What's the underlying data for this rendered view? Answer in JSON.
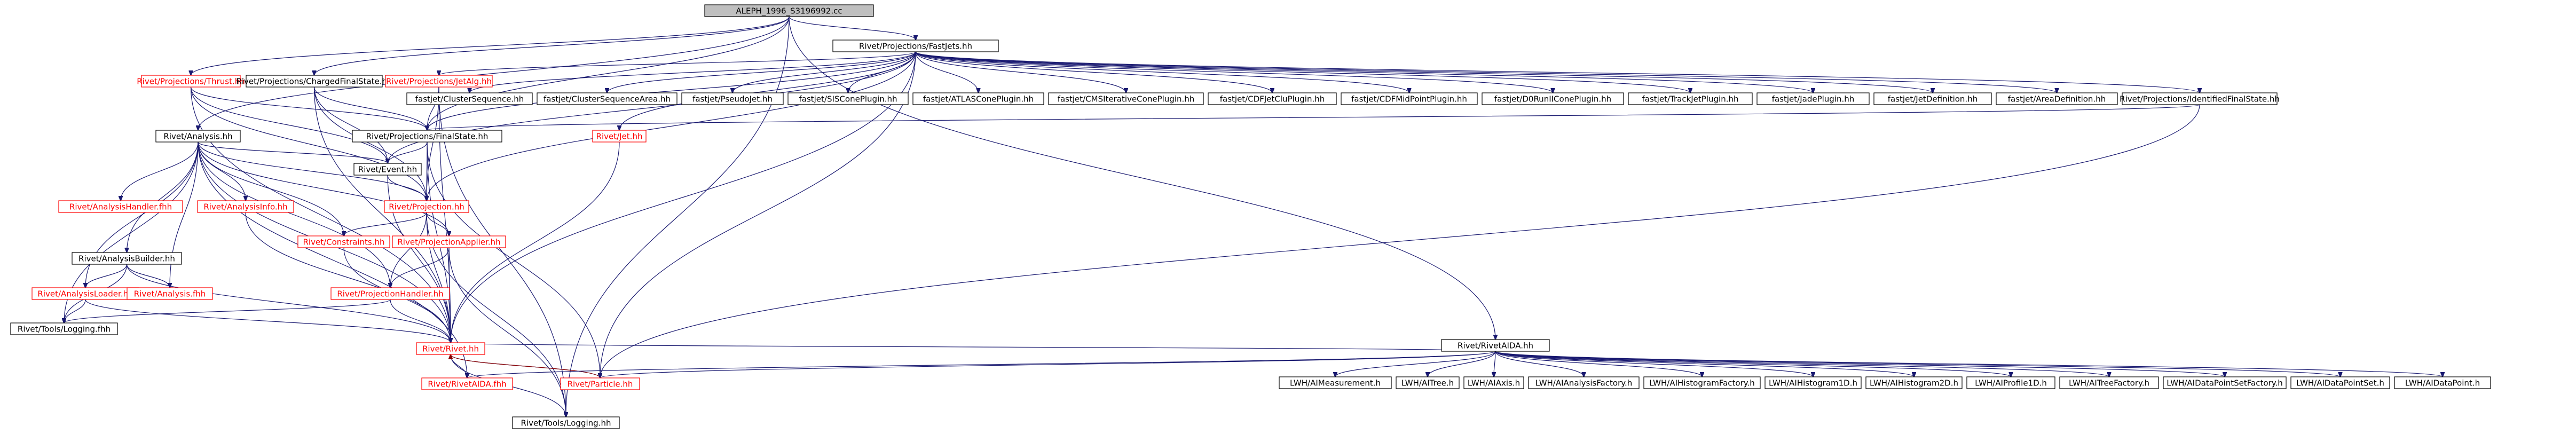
{
  "diagram": {
    "root_id": "root",
    "colors": {
      "edge": "#191970",
      "edge_back": "#8b0000",
      "missing_text": "#ff0000",
      "root_fill": "#bfbfbf",
      "box_border": "#000000"
    },
    "nodes": [
      {
        "id": "root",
        "label": "ALEPH_1996_S3196992.cc",
        "kind": "root"
      },
      {
        "id": "fastjets",
        "label": "Rivet/Projections/FastJets.hh",
        "kind": "normal"
      },
      {
        "id": "thrust",
        "label": "Rivet/Projections/Thrust.hh",
        "kind": "missing"
      },
      {
        "id": "analysis",
        "label": "Rivet/Analysis.hh",
        "kind": "normal"
      },
      {
        "id": "chargedfs",
        "label": "Rivet/Projections/ChargedFinalState.hh",
        "kind": "normal"
      },
      {
        "id": "jetalg",
        "label": "Rivet/Projections/JetAlg.hh",
        "kind": "missing"
      },
      {
        "id": "clusterseq",
        "label": "fastjet/ClusterSequence.hh",
        "kind": "normal"
      },
      {
        "id": "clusterseqarea",
        "label": "fastjet/ClusterSequenceArea.hh",
        "kind": "normal"
      },
      {
        "id": "pseudojet",
        "label": "fastjet/PseudoJet.hh",
        "kind": "normal"
      },
      {
        "id": "siscone",
        "label": "fastjet/SISConePlugin.hh",
        "kind": "normal"
      },
      {
        "id": "atlascone",
        "label": "fastjet/ATLASConePlugin.hh",
        "kind": "normal"
      },
      {
        "id": "cmscone",
        "label": "fastjet/CMSIterativeConePlugin.hh",
        "kind": "normal"
      },
      {
        "id": "cdfjetclu",
        "label": "fastjet/CDFJetCluPlugin.hh",
        "kind": "normal"
      },
      {
        "id": "cdfmidpoint",
        "label": "fastjet/CDFMidPointPlugin.hh",
        "kind": "normal"
      },
      {
        "id": "d0runii",
        "label": "fastjet/D0RunIIConePlugin.hh",
        "kind": "normal"
      },
      {
        "id": "trackjet",
        "label": "fastjet/TrackJetPlugin.hh",
        "kind": "normal"
      },
      {
        "id": "jadeplugin",
        "label": "fastjet/JadePlugin.hh",
        "kind": "normal"
      },
      {
        "id": "jetdef",
        "label": "fastjet/JetDefinition.hh",
        "kind": "normal"
      },
      {
        "id": "areadef",
        "label": "fastjet/AreaDefinition.hh",
        "kind": "normal"
      },
      {
        "id": "identifiedfs",
        "label": "Rivet/Projections/IdentifiedFinalState.hh",
        "kind": "normal"
      },
      {
        "id": "rivetaida_hh",
        "label": "Rivet/RivetAIDA.hh",
        "kind": "normal"
      },
      {
        "id": "finalstate",
        "label": "Rivet/Projections/FinalState.hh",
        "kind": "normal"
      },
      {
        "id": "jet",
        "label": "Rivet/Jet.hh",
        "kind": "missing"
      },
      {
        "id": "analysishandler",
        "label": "Rivet/AnalysisHandler.fhh",
        "kind": "missing"
      },
      {
        "id": "event",
        "label": "Rivet/Event.hh",
        "kind": "normal"
      },
      {
        "id": "analysisinfo",
        "label": "Rivet/AnalysisInfo.hh",
        "kind": "missing"
      },
      {
        "id": "projection",
        "label": "Rivet/Projection.hh",
        "kind": "missing"
      },
      {
        "id": "constraints",
        "label": "Rivet/Constraints.hh",
        "kind": "missing"
      },
      {
        "id": "projapplier",
        "label": "Rivet/ProjectionApplier.hh",
        "kind": "missing"
      },
      {
        "id": "analysisbuilder",
        "label": "Rivet/AnalysisBuilder.hh",
        "kind": "normal"
      },
      {
        "id": "projhandler",
        "label": "Rivet/ProjectionHandler.hh",
        "kind": "missing"
      },
      {
        "id": "analysisloader",
        "label": "Rivet/AnalysisLoader.hh",
        "kind": "missing"
      },
      {
        "id": "analysisfhh",
        "label": "Rivet/Analysis.fhh",
        "kind": "missing"
      },
      {
        "id": "toolslog1",
        "label": "Rivet/Tools/Logging.fhh",
        "kind": "normal"
      },
      {
        "id": "rivethh",
        "label": "Rivet/Rivet.hh",
        "kind": "missing"
      },
      {
        "id": "rivetaida_fhh",
        "label": "Rivet/RivetAIDA.fhh",
        "kind": "missing"
      },
      {
        "id": "particle",
        "label": "Rivet/Particle.hh",
        "kind": "missing"
      },
      {
        "id": "toolslog2",
        "label": "Rivet/Tools/Logging.hh",
        "kind": "normal"
      },
      {
        "id": "imeasurement",
        "label": "LWH/AIMeasurement.h",
        "kind": "normal"
      },
      {
        "id": "itree",
        "label": "LWH/AITree.h",
        "kind": "normal"
      },
      {
        "id": "iaxis",
        "label": "LWH/AIAxis.h",
        "kind": "normal"
      },
      {
        "id": "ianalysisfactory",
        "label": "LWH/AIAnalysisFactory.h",
        "kind": "normal"
      },
      {
        "id": "ihistfactory",
        "label": "LWH/AIHistogramFactory.h",
        "kind": "normal"
      },
      {
        "id": "ihist1d",
        "label": "LWH/AIHistogram1D.h",
        "kind": "normal"
      },
      {
        "id": "ihist2d",
        "label": "LWH/AIHistogram2D.h",
        "kind": "normal"
      },
      {
        "id": "iprofile1d",
        "label": "LWH/AIProfile1D.h",
        "kind": "normal"
      },
      {
        "id": "itreefactory",
        "label": "LWH/AITreeFactory.h",
        "kind": "normal"
      },
      {
        "id": "idpsfactory",
        "label": "LWH/AIDataPointSetFactory.h",
        "kind": "normal"
      },
      {
        "id": "idps",
        "label": "LWH/AIDataPointSet.h",
        "kind": "normal"
      },
      {
        "id": "idatapoint",
        "label": "LWH/AIDataPoint.h",
        "kind": "normal"
      }
    ],
    "edges": [
      [
        "root",
        "fastjets"
      ],
      [
        "root",
        "thrust"
      ],
      [
        "root",
        "analysis"
      ],
      [
        "root",
        "chargedfs"
      ],
      [
        "root",
        "finalstate"
      ],
      [
        "root",
        "rivetaida_hh"
      ],
      [
        "root",
        "toolslog2"
      ],
      [
        "fastjets",
        "jetalg"
      ],
      [
        "fastjets",
        "clusterseq"
      ],
      [
        "fastjets",
        "clusterseqarea"
      ],
      [
        "fastjets",
        "pseudojet"
      ],
      [
        "fastjets",
        "siscone"
      ],
      [
        "fastjets",
        "atlascone"
      ],
      [
        "fastjets",
        "cmscone"
      ],
      [
        "fastjets",
        "cdfjetclu"
      ],
      [
        "fastjets",
        "cdfmidpoint"
      ],
      [
        "fastjets",
        "d0runii"
      ],
      [
        "fastjets",
        "trackjet"
      ],
      [
        "fastjets",
        "jadeplugin"
      ],
      [
        "fastjets",
        "jetdef"
      ],
      [
        "fastjets",
        "areadef"
      ],
      [
        "fastjets",
        "identifiedfs"
      ],
      [
        "fastjets",
        "rivethh"
      ],
      [
        "fastjets",
        "projection"
      ],
      [
        "fastjets",
        "event"
      ],
      [
        "fastjets",
        "jet"
      ],
      [
        "fastjets",
        "particle"
      ],
      [
        "fastjets",
        "finalstate"
      ],
      [
        "thrust",
        "rivethh"
      ],
      [
        "thrust",
        "projection"
      ],
      [
        "thrust",
        "finalstate"
      ],
      [
        "thrust",
        "event"
      ],
      [
        "analysis",
        "analysishandler"
      ],
      [
        "analysis",
        "event"
      ],
      [
        "analysis",
        "projection"
      ],
      [
        "analysis",
        "analysisinfo"
      ],
      [
        "analysis",
        "constraints"
      ],
      [
        "analysis",
        "projapplier"
      ],
      [
        "analysis",
        "analysisbuilder"
      ],
      [
        "analysis",
        "projhandler"
      ],
      [
        "analysis",
        "analysisloader"
      ],
      [
        "analysis",
        "analysisfhh"
      ],
      [
        "analysis",
        "toolslog1"
      ],
      [
        "analysis",
        "rivethh"
      ],
      [
        "analysis",
        "rivetaida_fhh"
      ],
      [
        "chargedfs",
        "finalstate"
      ],
      [
        "chargedfs",
        "event"
      ],
      [
        "chargedfs",
        "projection"
      ],
      [
        "chargedfs",
        "rivethh"
      ],
      [
        "jetalg",
        "finalstate"
      ],
      [
        "jetalg",
        "projection"
      ],
      [
        "jetalg",
        "rivethh"
      ],
      [
        "jetalg",
        "toolslog2"
      ],
      [
        "identifiedfs",
        "finalstate"
      ],
      [
        "identifiedfs",
        "particle"
      ],
      [
        "finalstate",
        "event"
      ],
      [
        "finalstate",
        "projection"
      ],
      [
        "finalstate",
        "rivethh"
      ],
      [
        "finalstate",
        "particle"
      ],
      [
        "jet",
        "rivethh"
      ],
      [
        "event",
        "projection"
      ],
      [
        "event",
        "rivethh"
      ],
      [
        "projection",
        "constraints"
      ],
      [
        "projection",
        "projapplier"
      ],
      [
        "projection",
        "projhandler"
      ],
      [
        "projection",
        "rivethh"
      ],
      [
        "projection",
        "toolslog2"
      ],
      [
        "projapplier",
        "projhandler"
      ],
      [
        "projapplier",
        "rivethh"
      ],
      [
        "projapplier",
        "toolslog2"
      ],
      [
        "projhandler",
        "toolslog1"
      ],
      [
        "projhandler",
        "rivethh"
      ],
      [
        "analysisinfo",
        "rivethh"
      ],
      [
        "constraints",
        "rivethh"
      ],
      [
        "analysisbuilder",
        "analysisloader"
      ],
      [
        "analysisbuilder",
        "analysisfhh"
      ],
      [
        "analysisbuilder",
        "toolslog1"
      ],
      [
        "analysisbuilder",
        "rivethh"
      ],
      [
        "analysisloader",
        "toolslog1"
      ],
      [
        "analysisloader",
        "rivethh"
      ],
      [
        "rivethh",
        "rivetaida_fhh"
      ],
      [
        "rivethh",
        "particle"
      ],
      [
        "rivethh",
        "toolslog2"
      ],
      [
        "particle",
        "rivethh"
      ],
      [
        "rivetaida_hh",
        "rivethh"
      ],
      [
        "rivetaida_hh",
        "imeasurement"
      ],
      [
        "rivetaida_hh",
        "itree"
      ],
      [
        "rivetaida_hh",
        "iaxis"
      ],
      [
        "rivetaida_hh",
        "ianalysisfactory"
      ],
      [
        "rivetaida_hh",
        "ihistfactory"
      ],
      [
        "rivetaida_hh",
        "ihist1d"
      ],
      [
        "rivetaida_hh",
        "ihist2d"
      ],
      [
        "rivetaida_hh",
        "iprofile1d"
      ],
      [
        "rivetaida_hh",
        "itreefactory"
      ],
      [
        "rivetaida_hh",
        "idpsfactory"
      ],
      [
        "rivetaida_hh",
        "idps"
      ],
      [
        "rivetaida_hh",
        "idatapoint"
      ],
      [
        "rivetaida_hh",
        "rivetaida_fhh"
      ],
      [
        "rivetaida_hh",
        "particle"
      ]
    ]
  }
}
